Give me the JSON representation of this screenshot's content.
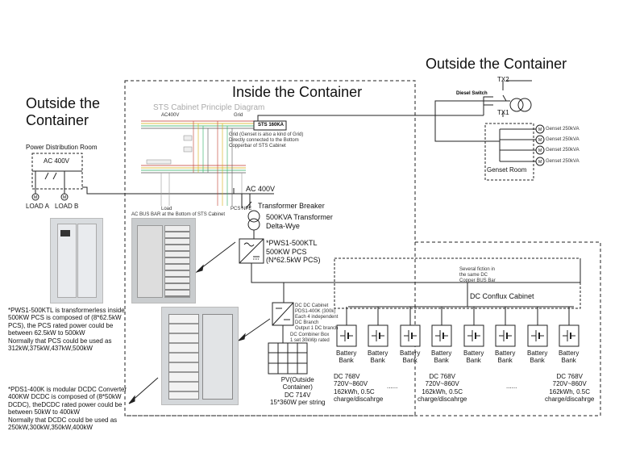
{
  "titles": {
    "inside": "Inside the Container",
    "outside_left": "Outside the\nContainer",
    "outside_right": "Outside the Container"
  },
  "left": {
    "power_room": "Power Distribution Room",
    "ac400": "AC 400V",
    "load_a": "LOAD A",
    "load_b": "LOAD B",
    "pws_note": "*PWS1-500KTL is transformerless inside\n500KW PCS is composed of (8*62.5kW\nPCS), the PCS rated power could be\nbetween 62.5kW to 500kW\nNormally that PCS could be used as\n312kW,375kW,437kW,500kW",
    "pds_note": "*PDS1-400K is modular DCDC Converter\n400KW DCDC is composed of (8*50kW\nDCDC), theDCDC rated power could be\nbetween 50kW to 400kW\nNormally that DCDC could be used as\n250kW,300kW,350kW,400kW"
  },
  "sts": {
    "title": "STS Cabinet Principle Diagram",
    "ac400v": "AC400V",
    "grid": "Grid",
    "grid_note": "Grid (Genset is also a kind of Grid)\nDirectly connected to the Bottom\nCopperbar of STS Cabinet",
    "sts_label": "STS 160KA",
    "load": "Load",
    "pcs": "PCS",
    "npe": "NPE",
    "ac_bus": "AC BUS BAR at the Bottom of STS Cabinet"
  },
  "center": {
    "ac400": "AC 400V",
    "transformer_breaker": "Transformer Breaker",
    "transformer": "500KVA Transformer\nDelta-Wye",
    "pcs": "*PWS1-500KTL\n500KW PCS\n(N*62.5kW PCS)",
    "pcs_side_note": "Several fiction in\nthe same DC\nCopper BUS Bar",
    "dcdc_note": "DC DC Cabinet\nPDS1-400K (300k)\nEach 4 independent\nDC Branch\nOutput 1 DC branch",
    "combiner_note": "DC Combiner Box\n1 set 30kWp rated",
    "pv": "PV(Outside\nContainer)\nDC 714V\n15*360W per string"
  },
  "right": {
    "tx2": "TX2",
    "tx1": "TX1",
    "diesel_switch": "Diesel Switch",
    "gensets": [
      "Genset 250kVA",
      "Genset 250kVA",
      "Genset 250kVA",
      "Genset 250kVA"
    ],
    "genset_room": "Genset Room",
    "conflux": "DC Conflux Cabinet",
    "battery_label": "Battery\nBank",
    "spec_1": "DC 768V\n720V~860V\n162kWh, 0.5C\ncharge/discahrge",
    "spec_2": "DC 768V\n720V~860V\n162kWh, 0.5C\ncharge/discahrge",
    "spec_3": "DC 768V\n720V~860V\n162kWh, 0.5C\ncharge/discahrge",
    "dots_1": "......",
    "dots_2": "......"
  }
}
